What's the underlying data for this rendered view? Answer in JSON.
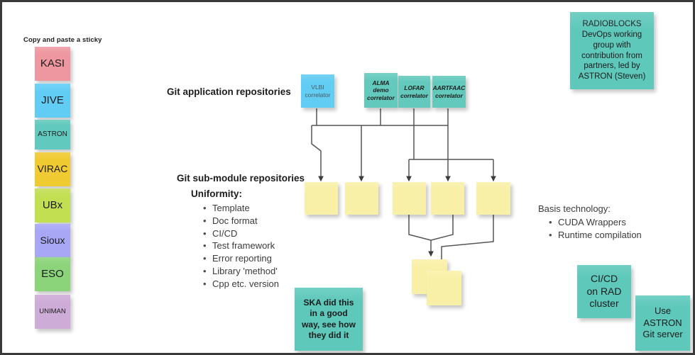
{
  "board": {
    "background": "#ffffff",
    "border_color": "#3a3a3a"
  },
  "instruction": {
    "text": "Copy and paste a sticky"
  },
  "partner_stickies": [
    {
      "label": "KASI",
      "color": "#ef97a0",
      "font_size": 15
    },
    {
      "label": "JIVE",
      "color": "#61cdf5",
      "font_size": 15
    },
    {
      "label": "ASTRON",
      "color": "#61c9bd",
      "font_size": 10
    },
    {
      "label": "VIRAC",
      "color": "#f0ca31",
      "font_size": 14
    },
    {
      "label": "UBx",
      "color": "#c2df52",
      "font_size": 15
    },
    {
      "label": "Sioux",
      "color": "#a8a7f5",
      "font_size": 14
    },
    {
      "label": "ESO",
      "color": "#8bd47a",
      "font_size": 15
    },
    {
      "label": "UNIMAN",
      "color": "#ceacd8",
      "font_size": 9.5
    }
  ],
  "section_labels": {
    "git_application_repositories": "Git application repositories",
    "git_submodule_repositories": "Git sub-module repositories",
    "uniformity": "Uniformity:"
  },
  "uniformity_items": [
    "Template",
    "Doc format",
    "CI/CD",
    "Test framework",
    "Error reporting",
    "Library 'method'",
    "Cpp etc. version"
  ],
  "basis_technology": {
    "heading": "Basis technology:",
    "items": [
      "CUDA Wrappers",
      "Runtime compilation"
    ]
  },
  "application_stickies": [
    {
      "label": "VLBI\ncorrelator",
      "color": "#62cdf2",
      "style": "plain",
      "text_color": "#4a5a63"
    },
    {
      "label": "ALMA\ndemo\ncorrelator",
      "color": "#63c9bc",
      "style": "bolditalic",
      "text_color": "#1b1b1b"
    },
    {
      "label": "LOFAR\ncorrelator",
      "color": "#63c9bc",
      "style": "bolditalic",
      "text_color": "#1b1b1b"
    },
    {
      "label": "AARTFAAC\ncorrelator",
      "color": "#63c9bc",
      "style": "bolditalic",
      "text_color": "#1b1b1b"
    }
  ],
  "submodule_stickies": [
    {
      "label": "",
      "color": "#f9f0a8"
    },
    {
      "label": "",
      "color": "#f9f0a8"
    },
    {
      "label": "",
      "color": "#f9f0a8"
    },
    {
      "label": "",
      "color": "#f9f0a8"
    },
    {
      "label": "",
      "color": "#f9f0a8"
    }
  ],
  "merged_stickies": [
    {
      "label": "",
      "color": "#f9f0a8"
    },
    {
      "label": "",
      "color": "#f9f0a8"
    }
  ],
  "notes": {
    "radioblocks": {
      "text": "RADIOBLOCKS\nDevOps working\ngroup with\ncontribution from\npartners, led by\nASTRON (Steven)",
      "color": "#5ec8bb"
    },
    "ska": {
      "text": "SKA did this\nin a good\nway, see how\nthey did it",
      "color": "#5ec8bb"
    },
    "cicd_rad": {
      "text": "CI/CD\non RAD\ncluster",
      "color": "#5ec8bb"
    },
    "astron_git": {
      "text": "Use\nASTRON\nGit server",
      "color": "#5ec8bb"
    }
  },
  "connectors": {
    "stroke": "#555555"
  }
}
